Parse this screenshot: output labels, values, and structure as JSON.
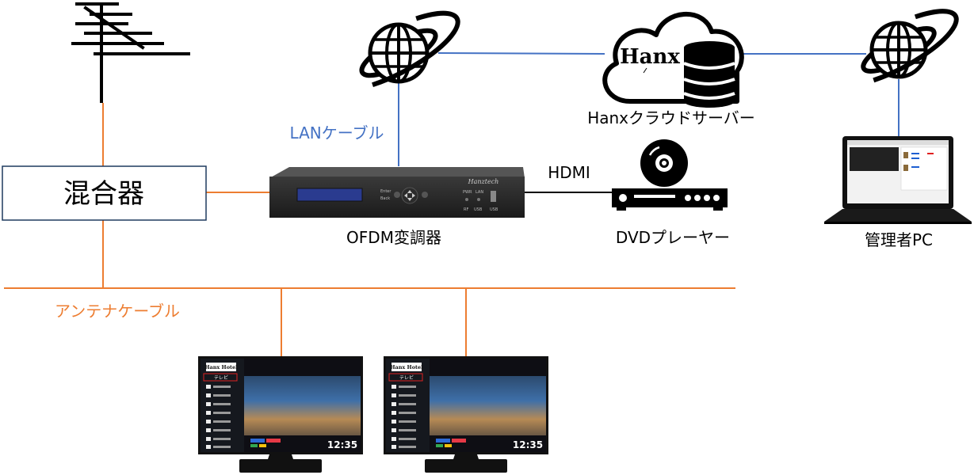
{
  "nodes": {
    "mixer": "混合器",
    "ofdm": "OFDM変調器",
    "dvd": "DVDプレーヤー",
    "cloud": "Hanxクラウドサーバー",
    "cloud_logo": "Hanx",
    "admin_pc": "管理者PC"
  },
  "edges": {
    "lan": "LANケーブル",
    "hdmi": "HDMI",
    "antenna": "アンテナケーブル"
  },
  "device": {
    "brand": "Hanztech",
    "enter": "Enter",
    "back": "Back",
    "pwr": "PWR",
    "lan": "LAN",
    "rf": "RF",
    "usb": "USB",
    "usb2": "USB"
  },
  "tv": {
    "logo": "Hanx Hotel",
    "menu_first": "テレビ",
    "time": "12:35"
  },
  "colors": {
    "lan_line": "#4472c4",
    "antenna_line": "#ed7d31",
    "hdmi_line": "#000000"
  },
  "icons": [
    "antenna-icon",
    "globe-icon",
    "cloud-icon",
    "database-icon",
    "laptop-icon",
    "dvd-player-icon",
    "modulator-icon",
    "tv-icon"
  ]
}
